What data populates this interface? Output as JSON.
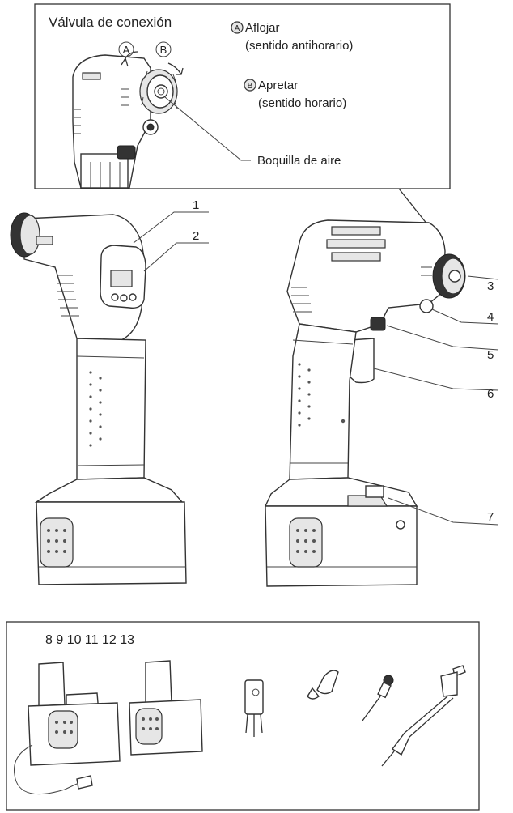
{
  "detail": {
    "title": "Válvula de conexión",
    "marker_a": "A",
    "marker_b": "B",
    "item_a_line1": "Aflojar",
    "item_a_line2": "(sentido antihorario)",
    "item_b_line1": "Apretar",
    "item_b_line2": "(sentido horario)",
    "nozzle_label": "Boquilla de aire"
  },
  "callouts": [
    "1",
    "2",
    "3",
    "4",
    "5",
    "6",
    "7"
  ],
  "accessories": {
    "numbers": "8 9 10 11 12 13"
  }
}
